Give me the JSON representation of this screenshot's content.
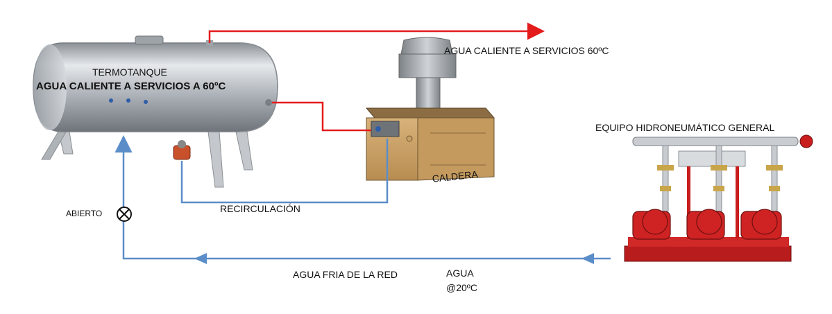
{
  "labels": {
    "tank_title": "TERMOTANQUE",
    "tank_subtitle": "AGUA CALIENTE A SERVICIOS A 60ºC",
    "hot_supply": "AGUA CALIENTE A SERVICIOS 60ºC",
    "boiler": "CALDERA",
    "recirculation": "RECIRCULACIÓN",
    "valve_state": "ABIERTO",
    "pump_system": "EQUIPO HIDRONEUMÁTICO GENERAL",
    "cold_supply": "AGUA FRIA DE LA RED",
    "water_temp_line1": "AGUA",
    "water_temp_line2": "@20ºC"
  },
  "colors": {
    "hot_pipe": "#e31b1b",
    "cold_pipe": "#5b8dc9",
    "pump_red": "#c81e1e",
    "boiler_tan": "#c9a063",
    "steel": "#b9bec4"
  },
  "icons": {
    "valve": "valve-icon",
    "tank": "tank-icon",
    "boiler": "boiler-icon",
    "pump_system": "pump-system-icon"
  }
}
